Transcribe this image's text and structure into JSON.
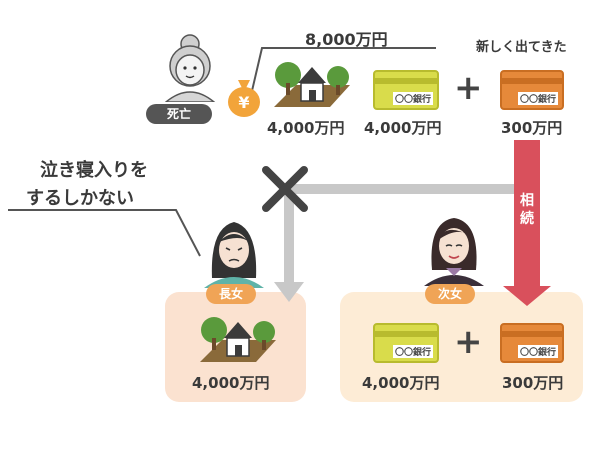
{
  "deceased": {
    "label": "死亡",
    "total": "8,000万円"
  },
  "inheritance": {
    "house": "4,000万円",
    "bank_account": "4,000万円",
    "new_account_caption": "新しく出てきた",
    "new_account": "300万円",
    "bank_card_text": "〇〇銀行"
  },
  "arrow_label": "相続",
  "speech": {
    "line1": "泣き寝入りを",
    "line2": "するしかない"
  },
  "eldest_daughter": {
    "label": "長女",
    "house": "4,000万円"
  },
  "second_daughter": {
    "label": "次女",
    "bank_account": "4,000万円",
    "new_account": "300万円"
  },
  "colors": {
    "house_green": "#5a9a3c",
    "card_yellow": "#d9dc4b",
    "card_orange": "#e6893a",
    "arrow_red": "#d9505c",
    "arrow_gray": "#c8c8c8",
    "panel_left": "#fbe2d0",
    "panel_right": "#fdecd6",
    "tag_orange": "#f0a456"
  }
}
